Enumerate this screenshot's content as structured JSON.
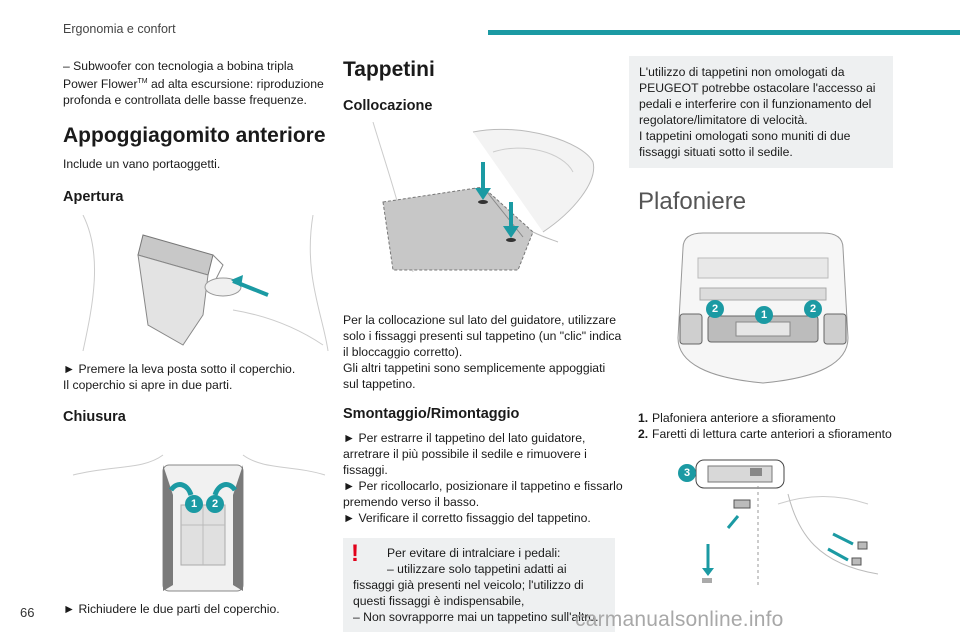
{
  "header": {
    "section_title": "Ergonomia e confort",
    "bar_color": "#1b9aa3"
  },
  "col1": {
    "intro_line1": "– Subwoofer con tecnologia a bobina tripla",
    "intro_line2": "Power Flower",
    "intro_tm": "TM",
    "intro_line2_rest": " ad alta escursione: riproduzione",
    "intro_line3": "profonda e controllata delle basse frequenze.",
    "armrest_title": "Appoggiagomito anteriore",
    "armrest_desc": "Include un vano portaoggetti.",
    "opening_title": "Apertura",
    "opening_step": "► Premere la leva posta sotto il coperchio.",
    "opening_result": "Il coperchio si apre in due parti.",
    "closing_title": "Chiusura",
    "closing_step": "► Richiudere le due parti del coperchio.",
    "closing_badge_1": "1",
    "closing_badge_2": "2"
  },
  "col2": {
    "mats_title": "Tappetini",
    "placement_title": "Collocazione",
    "placement_p1": "Per la collocazione sul lato del guidatore, utilizzare solo i fissaggi presenti sul tappetino (un \"clic\" indica il bloccaggio corretto).",
    "placement_p2": "Gli altri tappetini sono semplicemente appoggiati sul tappetino.",
    "remove_title": "Smontaggio/Rimontaggio",
    "remove_step1": "► Per estrarre il tappetino del lato guidatore, arretrare il più possibile il sedile e rimuovere i fissaggi.",
    "remove_step2": "► Per ricollocarlo, posizionare il tappetino e fissarlo premendo verso il basso.",
    "remove_step3": "► Verificare il corretto fissaggio del tappetino.",
    "warn_mark": "!",
    "warn_line1": "Per evitare di intralciare i pedali:",
    "warn_line2": "– utilizzare solo tappetini adatti ai",
    "warn_line3": "fissaggi già presenti nel veicolo; l'utilizzo di questi fissaggi è indispensabile,",
    "warn_line4": "– Non sovrapporre mai un tappetino sull'altro."
  },
  "col3": {
    "note_text": "L'utilizzo di tappetini non omologati da PEUGEOT potrebbe ostacolare l'accesso ai pedali e interferire con il funzionamento del regolatore/limitatore di velocità.",
    "note_text2": "I tappetini omologati sono muniti di due fissaggi situati sotto il sedile.",
    "lights_title": "Plafoniere",
    "badge_1": "1",
    "badge_2": "2",
    "badge_3": "3",
    "items": [
      {
        "num": "1.",
        "text": "Plafoniera anteriore a sfioramento"
      },
      {
        "num": "2.",
        "text": "Faretti di lettura carte anteriori a sfioramento"
      }
    ]
  },
  "footer": {
    "page_number": "66",
    "watermark": "carmanualsonline.info"
  },
  "colors": {
    "accent": "#1b9aa3",
    "warning": "#e2001a",
    "box_bg": "#eef0f1"
  }
}
